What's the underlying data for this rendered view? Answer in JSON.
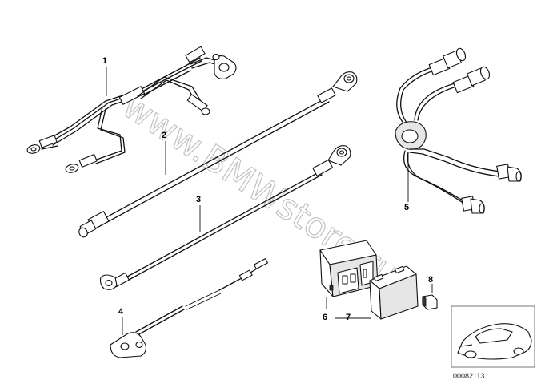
{
  "callouts": [
    {
      "id": "1",
      "text": "1"
    },
    {
      "id": "2",
      "text": "2"
    },
    {
      "id": "3",
      "text": "3"
    },
    {
      "id": "4",
      "text": "4"
    },
    {
      "id": "5",
      "text": "5"
    },
    {
      "id": "6",
      "text": "6"
    },
    {
      "id": "7",
      "text": "7"
    },
    {
      "id": "8",
      "text": "8"
    }
  ],
  "watermark": "www.BMWstore.ru",
  "part_number": "00082113",
  "colors": {
    "line": "#111111",
    "background": "#ffffff",
    "watermark": "#b8b8b8",
    "shade": "#e6e6e6"
  }
}
